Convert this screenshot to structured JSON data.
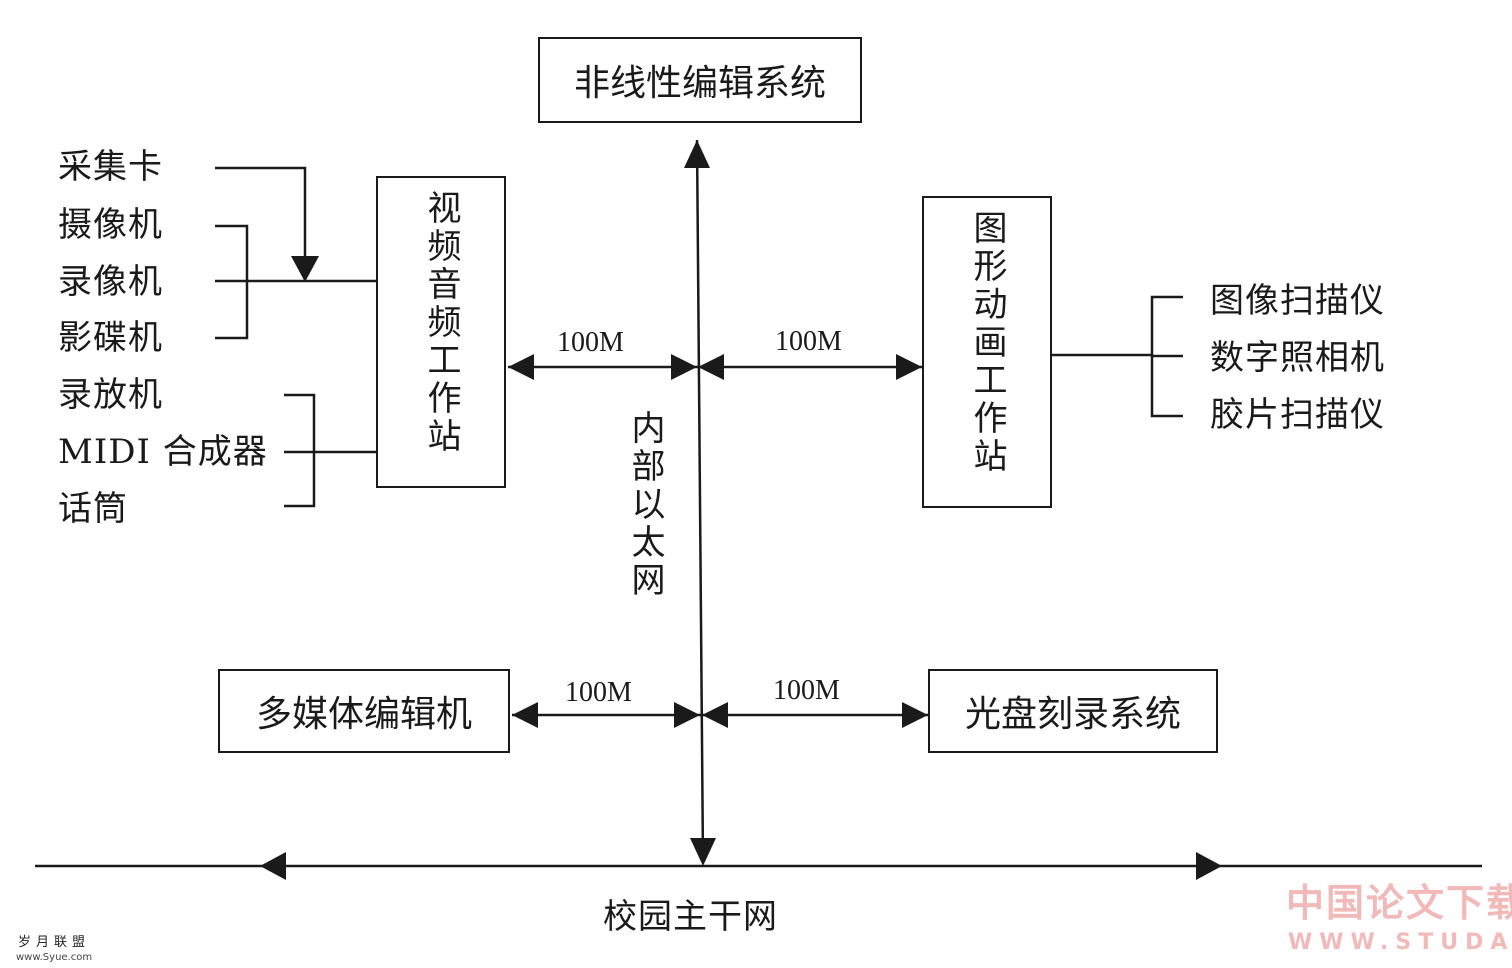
{
  "nodes": {
    "nonlinear_editing": "非线性编辑系统",
    "av_workstation": "视频音频工作站",
    "graphics_workstation": "图形动画工作站",
    "multimedia_editor": "多媒体编辑机",
    "disc_burning": "光盘刻录系统"
  },
  "left_devices": [
    "采集卡",
    "摄像机",
    "录像机",
    "影碟机",
    "录放机",
    "MIDI 合成器",
    "话筒"
  ],
  "right_devices": [
    "图像扫描仪",
    "数字照相机",
    "胶片扫描仪"
  ],
  "links": {
    "av_speed": "100M",
    "graphics_speed": "100M",
    "multimedia_speed": "100M",
    "disc_speed": "100M"
  },
  "ethernet_label": "内部以太网",
  "backbone_label": "校园主干网",
  "watermarks": {
    "brand_cn": "中国论文下载",
    "brand_url": "WWW.STUDA.",
    "corner_cn": "岁月联盟",
    "corner_url": "www.Syue.com"
  }
}
